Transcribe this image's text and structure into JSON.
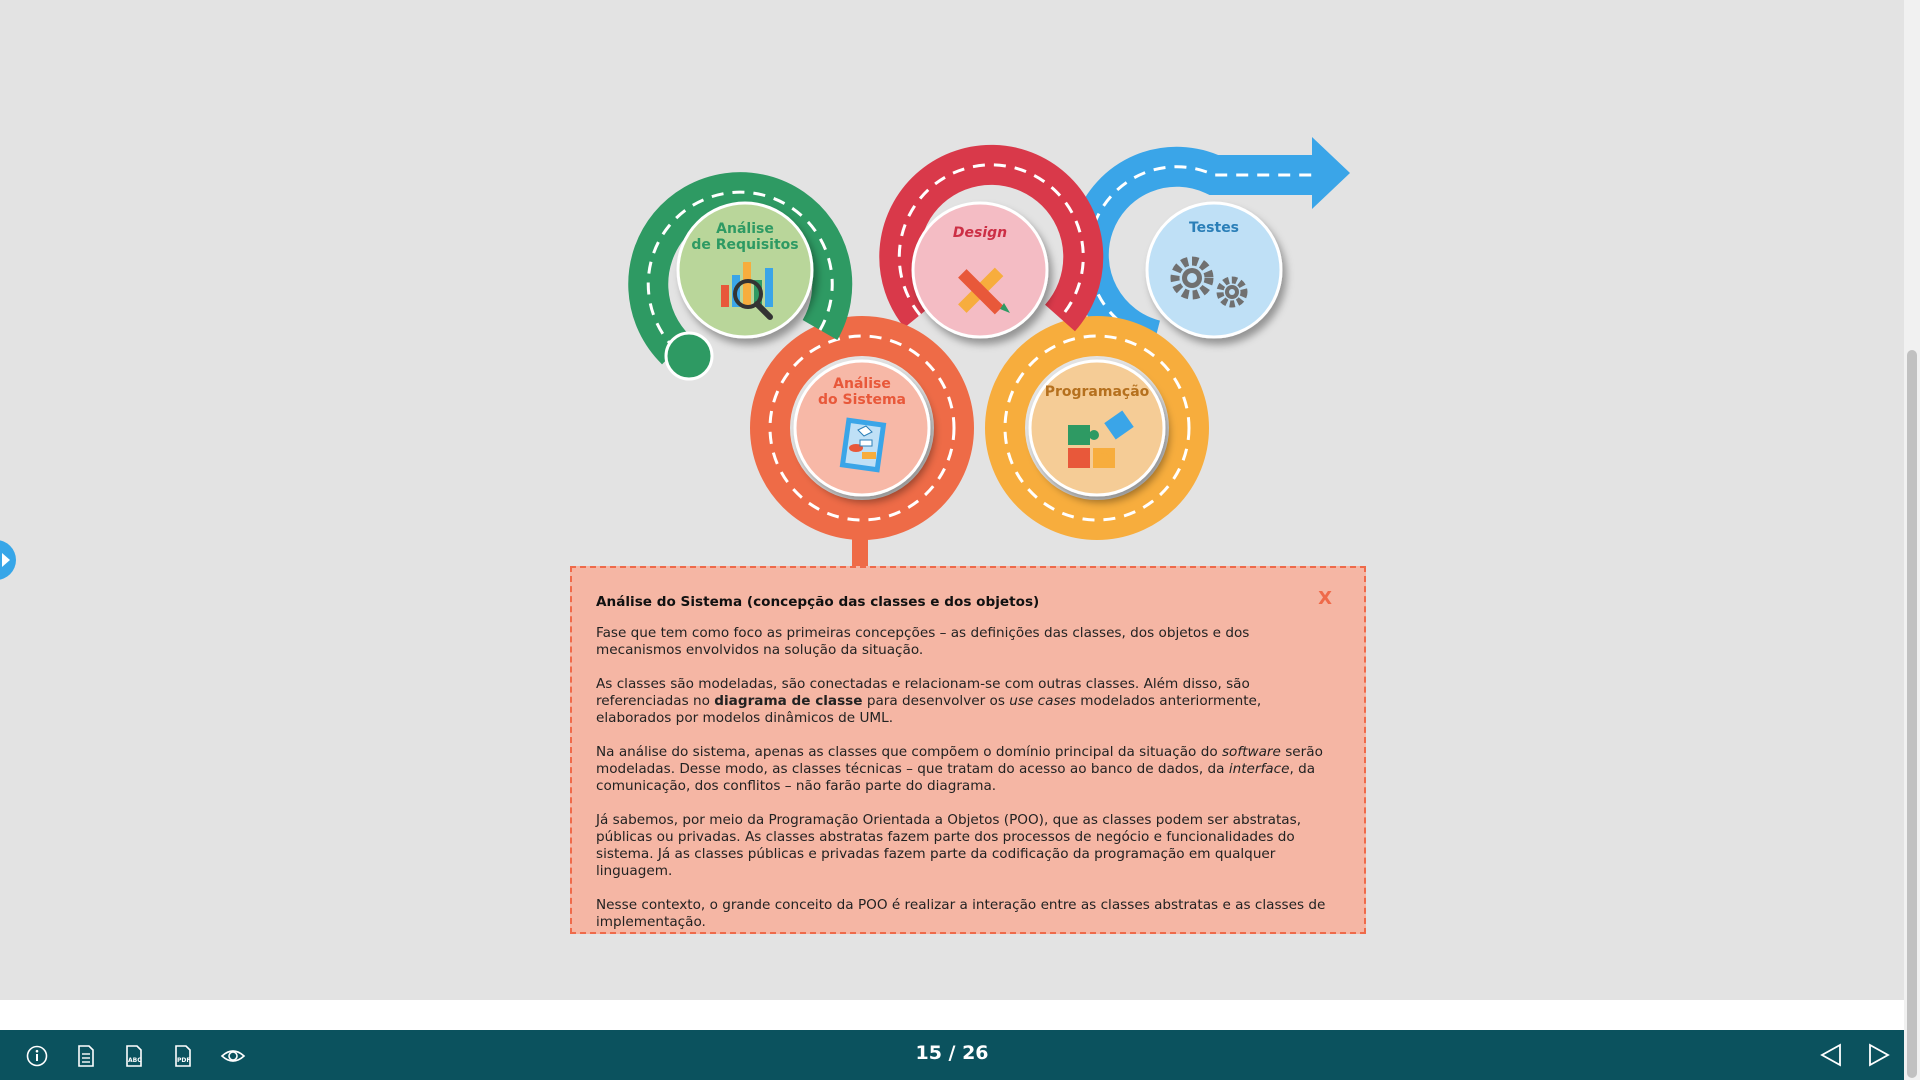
{
  "diagram": {
    "stages": [
      {
        "id": "requisitos",
        "label": "Análise\nde Requisitos",
        "color": "#2e9a63",
        "text_color": "#2e9a63",
        "fill": "#b9d69a"
      },
      {
        "id": "sistema",
        "label": "Análise\ndo Sistema",
        "color": "#ee6b47",
        "text_color": "#e8583a",
        "fill": "#f7b8a7"
      },
      {
        "id": "design",
        "label": "Design",
        "color": "#d9394a",
        "text_color": "#cc2f45",
        "fill": "#f4bcc4"
      },
      {
        "id": "programacao",
        "label": "Programação",
        "color": "#f7ad3d",
        "text_color": "#b5701e",
        "fill": "#f5cc96"
      },
      {
        "id": "testes",
        "label": "Testes",
        "color": "#3aa5e8",
        "text_color": "#2b7fb8",
        "fill": "#bfe0f6"
      }
    ]
  },
  "panel": {
    "title": "Análise do Sistema (concepção das classes e dos objetos)",
    "close_label": "X",
    "p1": "Fase que tem como foco as primeiras concepções – as definições das classes, dos objetos e dos mecanismos envolvidos na solução da situação.",
    "p2_a": "As classes são modeladas, são conectadas e relacionam-se com outras classes. Além disso, são referenciadas no ",
    "p2_b": "diagrama de classe",
    "p2_c": " para desenvolver os ",
    "p2_d": "use cases",
    "p2_e": " modelados anteriormente, elaborados por modelos dinâmicos de UML.",
    "p3_a": "Na análise do sistema, apenas as classes que compõem o domínio principal da situação do ",
    "p3_b": "software",
    "p3_c": " serão modeladas. Desse modo, as classes técnicas – que tratam do acesso ao banco de dados, da ",
    "p3_d": "interface",
    "p3_e": ", da comunicação, dos conflitos – não farão parte do diagrama.",
    "p4": "Já sabemos, por meio da Programação Orientada a Objetos (POO), que as classes podem ser abstratas, públicas ou privadas. As classes abstratas fazem parte dos processos de negócio e funcionalidades do sistema. Já as classes públicas e privadas fazem parte da codificação da programação em qualquer linguagem.",
    "p5": "Nesse contexto, o grande conceito da POO é realizar a interação entre as classes abstratas e as classes de implementação."
  },
  "toolbar": {
    "page_counter": "15 / 26",
    "tools": [
      "info-icon",
      "document-icon",
      "abc-icon",
      "pdf-icon",
      "eye-icon"
    ],
    "pdf_text": "PDF",
    "abc_text": "ABC"
  },
  "colors": {
    "bar": "#0b525e",
    "panel_bg": "#f5b6a4",
    "panel_border": "#ef6a4a",
    "accent_blue": "#37a6e8"
  }
}
